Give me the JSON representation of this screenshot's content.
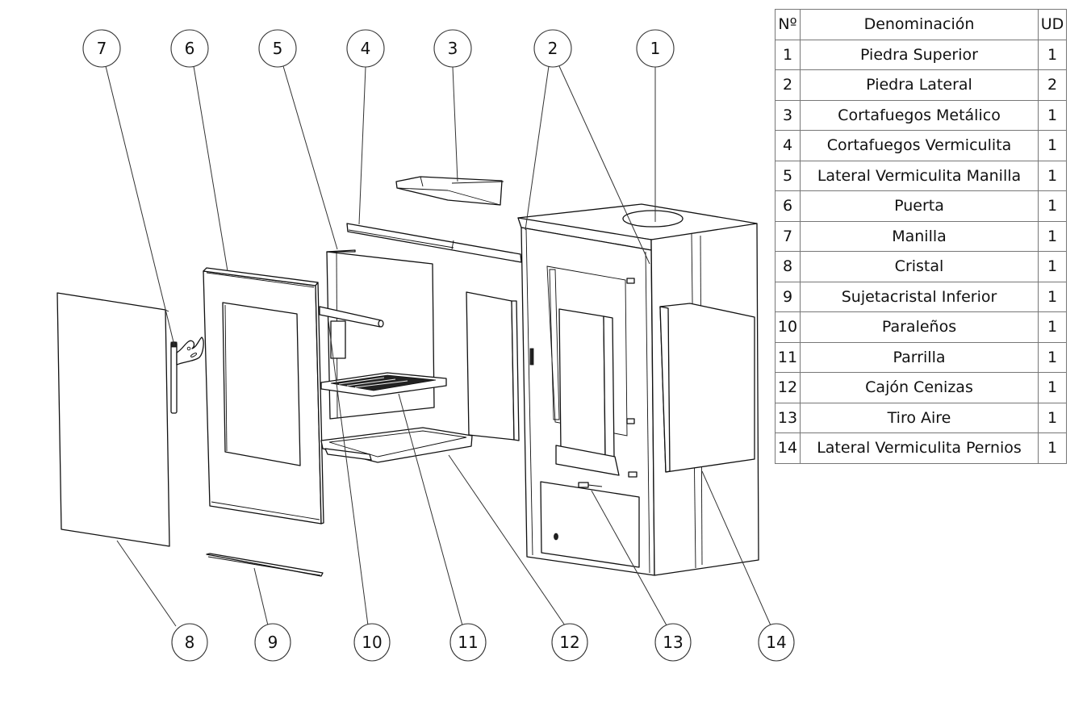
{
  "document": {
    "type": "exploded-assembly-drawing",
    "subject": "stove"
  },
  "bom_table": {
    "headers": {
      "number": "Nº",
      "name": "Denominación",
      "qty": "UD"
    },
    "rows": [
      {
        "number": "1",
        "name": "Piedra Superior",
        "qty": "1"
      },
      {
        "number": "2",
        "name": "Piedra Lateral",
        "qty": "2"
      },
      {
        "number": "3",
        "name": "Cortafuegos Metálico",
        "qty": "1"
      },
      {
        "number": "4",
        "name": "Cortafuegos Vermiculita",
        "qty": "1"
      },
      {
        "number": "5",
        "name": "Lateral Vermiculita Manilla",
        "qty": "1"
      },
      {
        "number": "6",
        "name": "Puerta",
        "qty": "1"
      },
      {
        "number": "7",
        "name": "Manilla",
        "qty": "1"
      },
      {
        "number": "8",
        "name": "Cristal",
        "qty": "1"
      },
      {
        "number": "9",
        "name": "Sujetacristal Inferior",
        "qty": "1"
      },
      {
        "number": "10",
        "name": "Paraleños",
        "qty": "1"
      },
      {
        "number": "11",
        "name": "Parrilla",
        "qty": "1"
      },
      {
        "number": "12",
        "name": "Cajón Cenizas",
        "qty": "1"
      },
      {
        "number": "13",
        "name": "Tiro Aire",
        "qty": "1"
      },
      {
        "number": "14",
        "name": "Lateral Vermiculita Pernios",
        "qty": "1"
      }
    ]
  },
  "balloons": {
    "top": [
      "7",
      "6",
      "5",
      "4",
      "3",
      "2",
      "1"
    ],
    "bottom": [
      "8",
      "9",
      "10",
      "11",
      "12",
      "13",
      "14"
    ]
  }
}
